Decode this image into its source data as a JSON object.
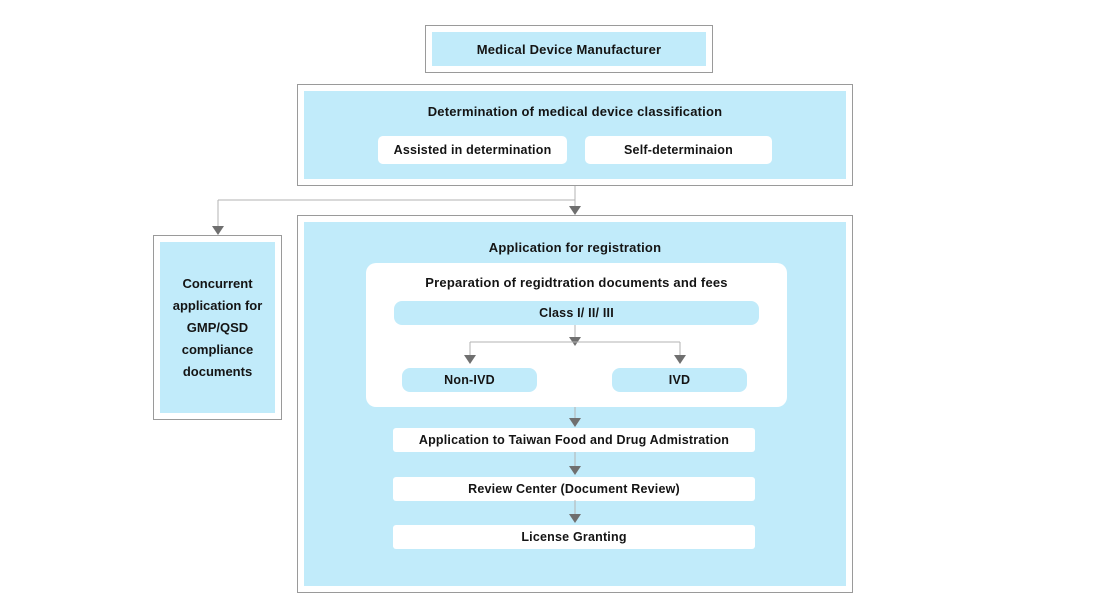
{
  "palette": {
    "box_fill_blue": "#c1ebfa",
    "container_border_gray": "#9a9a9a",
    "connector_line_gray": "#b3b3b3",
    "arrowhead_gray": "#6f6f6f",
    "text_color": "#141414",
    "background": "#ffffff"
  },
  "flowchart": {
    "manufacturer": {
      "label": "Medical Device Manufacturer"
    },
    "classification": {
      "title": "Determination of medical device classification",
      "options": [
        {
          "label": "Assisted in determination"
        },
        {
          "label": "Self-determinaion"
        }
      ]
    },
    "gmp": {
      "lines": [
        "Concurrent",
        "application for",
        "GMP/QSD",
        "compliance",
        "documents"
      ]
    },
    "registration": {
      "title": "Application for registration",
      "preparation": {
        "title": "Preparation of regidtration documents and fees",
        "class_label": "Class I/ II/ III",
        "branches": [
          {
            "label": "Non-IVD"
          },
          {
            "label": "IVD"
          }
        ]
      },
      "steps": [
        {
          "label": "Application to Taiwan Food and Drug Admistration"
        },
        {
          "label": "Review Center (Document Review)"
        },
        {
          "label": "License Granting"
        }
      ]
    }
  }
}
